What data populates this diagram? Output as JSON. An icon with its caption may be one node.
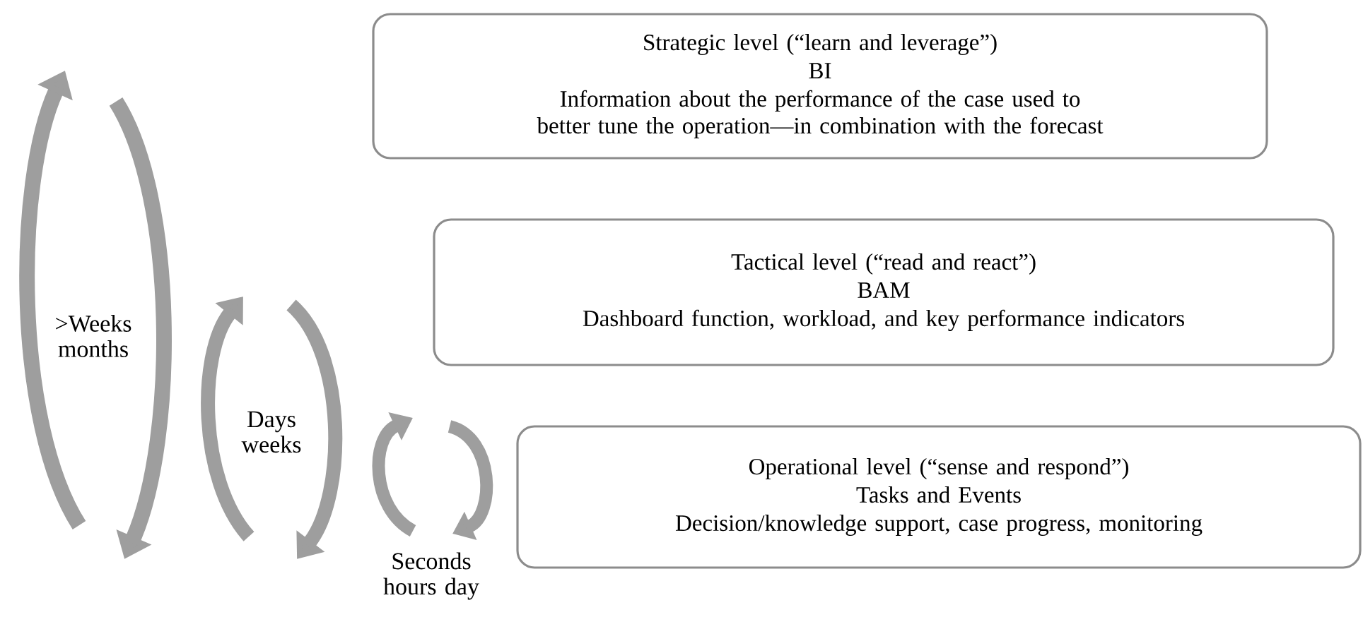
{
  "diagram": {
    "nodes": [
      {
        "text": [
          "Strategic level (“learn and leverage”)",
          "BI",
          "Information about the performance of the case used to better tune the operation—in combination with the forecast"
        ]
      },
      {
        "text": [
          "Tactical level (“read and react”)",
          "BAM",
          "Dashboard function, workload, and key performance indicators"
        ]
      },
      {
        "text": [
          "Operational level (“sense and respond”)",
          "Tasks and Events",
          "Decision/knowledge support, case progress, monitoring"
        ]
      }
    ],
    "labels": [
      ">Weeks months",
      "Days weeks",
      "Seconds hours day"
    ]
  }
}
